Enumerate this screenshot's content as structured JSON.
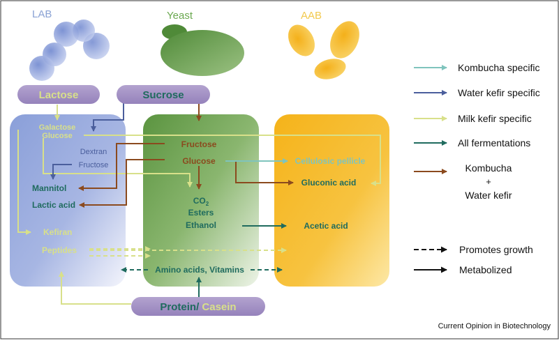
{
  "headers": {
    "lab": "LAB",
    "yeast": "Yeast",
    "aab": "AAB"
  },
  "pills": {
    "lactose": "Lactose",
    "sucrose": "Sucrose",
    "protein": "Protein/",
    "casein": " Casein"
  },
  "lab_box": {
    "galactose": "Galactose",
    "glucose": "Glucose",
    "dextran": "Dextran",
    "fructose": "Fructose",
    "mannitol": "Mannitol",
    "lactic_acid": "Lactic acid",
    "kefiran": "Kefiran",
    "peptides": "Peptides"
  },
  "yeast_box": {
    "fructose": "Fructose",
    "glucose": "Glucose",
    "co": "CO",
    "co_sub": "2",
    "esters": "Esters",
    "ethanol": "Ethanol",
    "amino": "Amino acids, Vitamins"
  },
  "aab_box": {
    "cellulosic": "Cellulosic pellicle",
    "gluconic": "Gluconic acid",
    "acetic": "Acetic acid"
  },
  "legend": {
    "kombucha": "Kombucha specific",
    "water_kefir": "Water kefir specific",
    "milk_kefir": "Milk kefir specific",
    "all": "All fermentations",
    "kw_line1": "Kombucha",
    "kw_line2": "+",
    "kw_line3": "Water kefir",
    "promotes": "Promotes growth",
    "metabolized": "Metabolized"
  },
  "footer": "Current Opinion in Biotechnology",
  "colors": {
    "kombucha": "#7fc4bd",
    "water_kefir": "#4a5e9c",
    "milk_kefir": "#d8e08a",
    "all": "#1f6b5e",
    "kombucha_water": "#8b4a1e",
    "lab_text": "#8aa2d4",
    "yeast_text": "#6aa84f",
    "aab_text": "#f2c94c"
  }
}
